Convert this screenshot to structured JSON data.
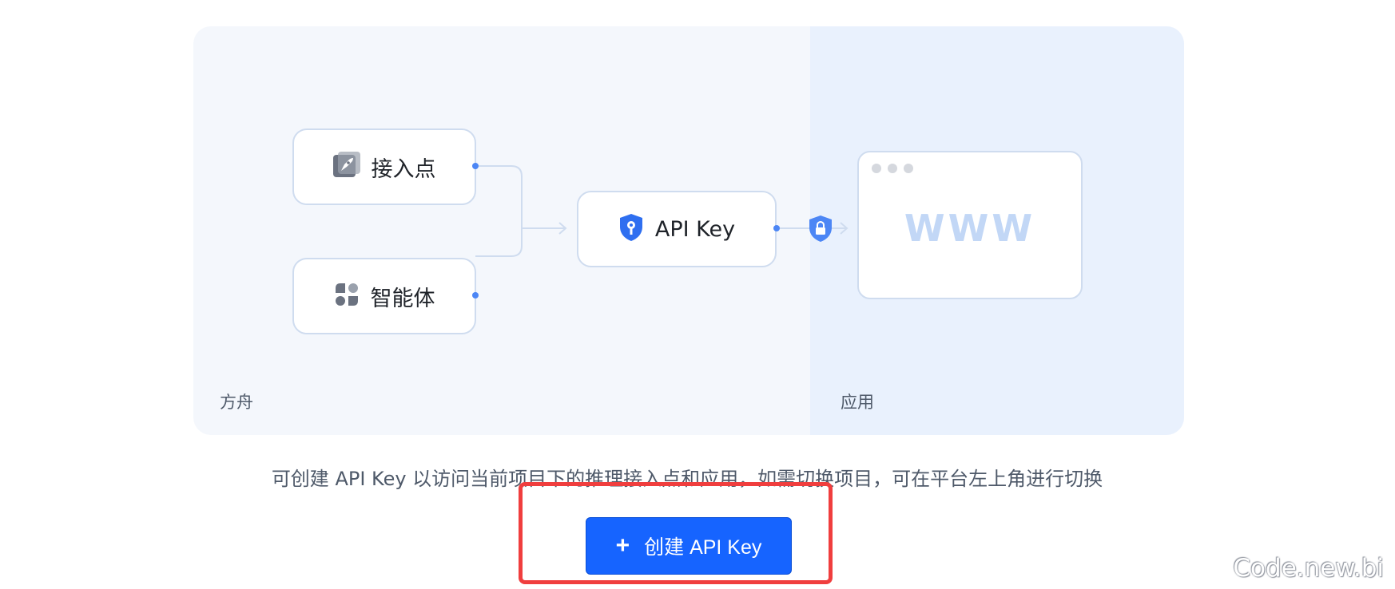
{
  "diagram": {
    "left_region_label": "方舟",
    "right_region_label": "应用",
    "nodes": {
      "endpoint": {
        "label": "接入点",
        "icon": "rocket-icon"
      },
      "agent": {
        "label": "智能体",
        "icon": "four-squares-icon"
      },
      "api_key": {
        "label": "API Key",
        "icon": "shield-key-icon"
      },
      "app": {
        "text": "WWW",
        "icon": "browser-window-icon"
      }
    },
    "lock_icon": "shield-lock-icon",
    "colors": {
      "accent": "#1664ff",
      "connector": "#cfdcef",
      "dot": "#4c86f5",
      "panel_left": "#f4f7fc",
      "panel_right": "#e9f1fd"
    }
  },
  "description": "可创建 API Key 以访问当前项目下的推理接入点和应用，如需切换项目，可在平台左上角进行切换",
  "create_button": {
    "label": "创建 API Key",
    "icon": "plus-icon"
  },
  "watermark": "Code.new.bi"
}
